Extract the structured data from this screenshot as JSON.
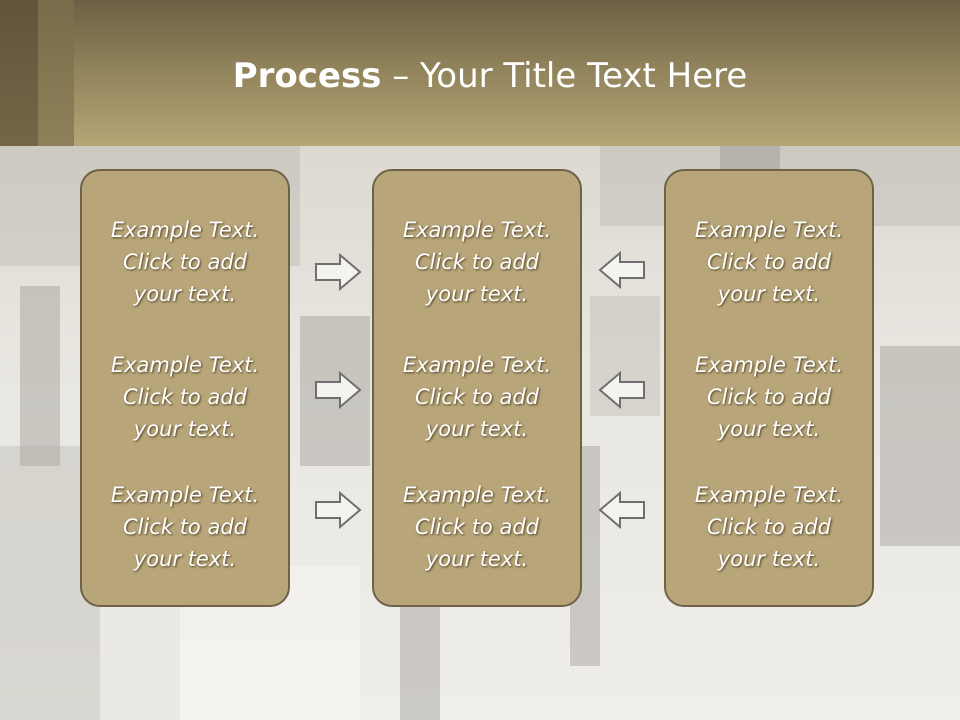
{
  "header": {
    "title_bold": "Process",
    "title_rest": " – Your Title Text Here"
  },
  "columns": [
    {
      "blocks": [
        {
          "line1": "Example Text.",
          "line2": "Click  to add",
          "line3": "your text."
        },
        {
          "line1": "Example Text.",
          "line2": "Click  to add",
          "line3": "your text."
        },
        {
          "line1": "Example Text.",
          "line2": "Click  to add",
          "line3": "your text."
        }
      ]
    },
    {
      "blocks": [
        {
          "line1": "Example Text.",
          "line2": "Click  to add",
          "line3": "your text."
        },
        {
          "line1": "Example Text.",
          "line2": "Click  to add",
          "line3": "your text."
        },
        {
          "line1": "Example Text.",
          "line2": "Click  to add",
          "line3": "your text."
        }
      ]
    },
    {
      "blocks": [
        {
          "line1": "Example Text.",
          "line2": "Click  to add",
          "line3": "your text."
        },
        {
          "line1": "Example Text.",
          "line2": "Click  to add",
          "line3": "your text."
        },
        {
          "line1": "Example Text.",
          "line2": "Click  to add",
          "line3": "your text."
        }
      ]
    }
  ],
  "icons": {
    "left_arrows": "arrow-right-icon",
    "right_arrows": "arrow-left-icon"
  },
  "colors": {
    "header": "#8f8159",
    "box_fill": "#b8a67a",
    "box_border": "#6e6347",
    "text": "#ffffff"
  }
}
